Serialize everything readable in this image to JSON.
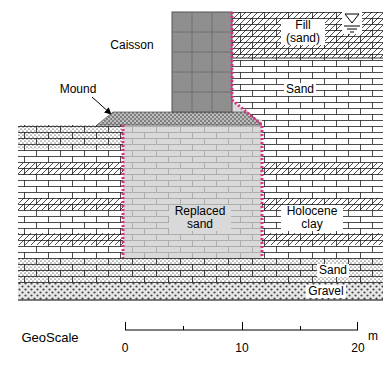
{
  "diagram": {
    "labels": [
      "Caisson",
      "Fill (sand)",
      "Mound",
      "Sand",
      "Replaced sand",
      "Holocene clay",
      "Sand",
      "Gravel",
      "GeoScale",
      "0",
      "10",
      "20",
      "m"
    ]
  }
}
